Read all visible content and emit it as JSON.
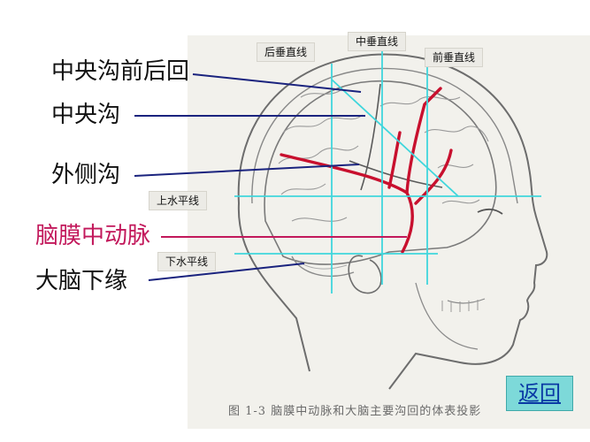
{
  "labels": {
    "central_gyri": "中央沟前后回",
    "central_sulcus": "中央沟",
    "lateral_sulcus": "外侧沟",
    "middle_meningeal_artery": "脑膜中动脉",
    "inferior_cerebral_margin": "大脑下缘"
  },
  "reference_lines": {
    "posterior_vertical": "后垂直线",
    "middle_vertical": "中垂直线",
    "anterior_vertical": "前垂直线",
    "upper_horizontal": "上水平线",
    "lower_horizontal": "下水平线"
  },
  "caption": "图 1-3   脑膜中动脉和大脑主要沟回的体表投影",
  "return_button": "返回",
  "colors": {
    "leader_line": "#1a237e",
    "artery": "#c8102e",
    "artery_label": "#c2185b",
    "reference_line": "#3fd6dc",
    "return_bg": "#7dd9d9",
    "return_text": "#0a3aa5"
  }
}
